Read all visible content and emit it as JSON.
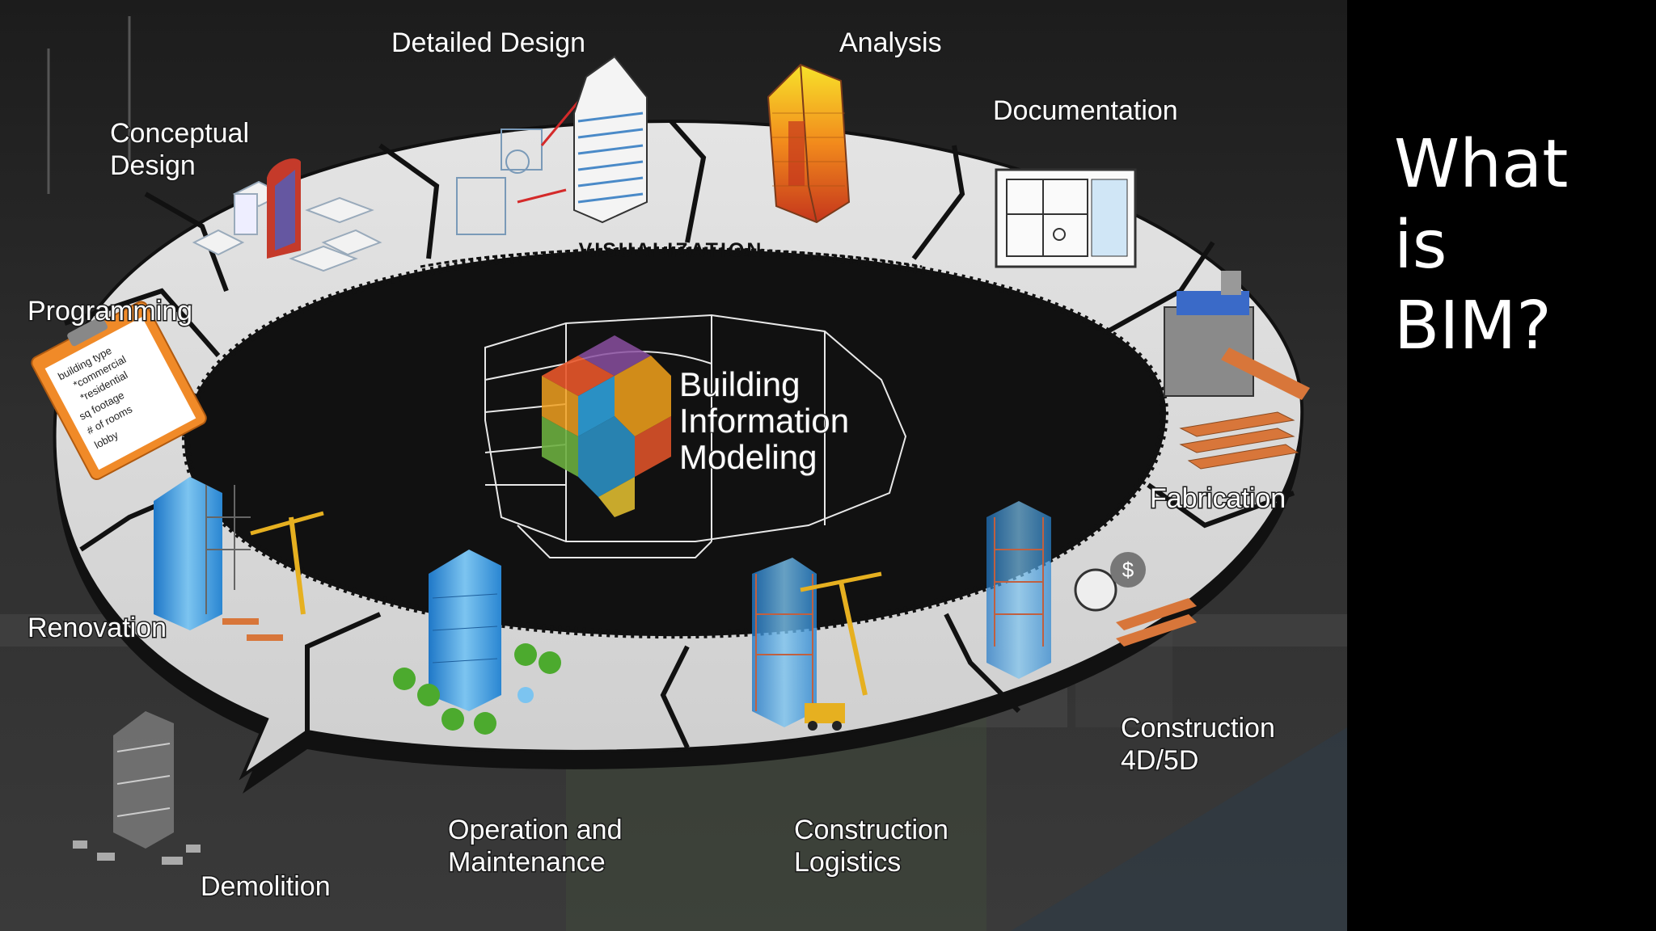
{
  "title": {
    "lines": [
      "What",
      "is",
      "BIM?"
    ]
  },
  "diagram": {
    "center_label": [
      "Building",
      "Information",
      "Modeling"
    ],
    "ring_label": "VISUALIZATION",
    "stages": {
      "detailed_design": [
        "Detailed Design"
      ],
      "analysis": [
        "Analysis"
      ],
      "conceptual_design": [
        "Conceptual",
        "Design"
      ],
      "documentation": [
        "Documentation"
      ],
      "programming": [
        "Programming"
      ],
      "fabrication": [
        "Fabrication"
      ],
      "renovation": [
        "Renovation"
      ],
      "construction_4d5d": [
        "Construction",
        "4D/5D"
      ],
      "construction_logistics": [
        "Construction",
        "Logistics"
      ],
      "operation_maintenance": [
        "Operation and",
        "Maintenance"
      ],
      "demolition": [
        "Demolition"
      ]
    },
    "clipboard_items": [
      "building type",
      "*commercial",
      "*residential",
      "sq footage",
      "# of rooms",
      "lobby"
    ],
    "cube_colors": [
      "#e8562a",
      "#8a4fa0",
      "#f3a21b",
      "#2e9fd8",
      "#6cae3f",
      "#e9c431"
    ],
    "ring_color": "#d9d9d9",
    "background_color": "#2b2b2b"
  }
}
